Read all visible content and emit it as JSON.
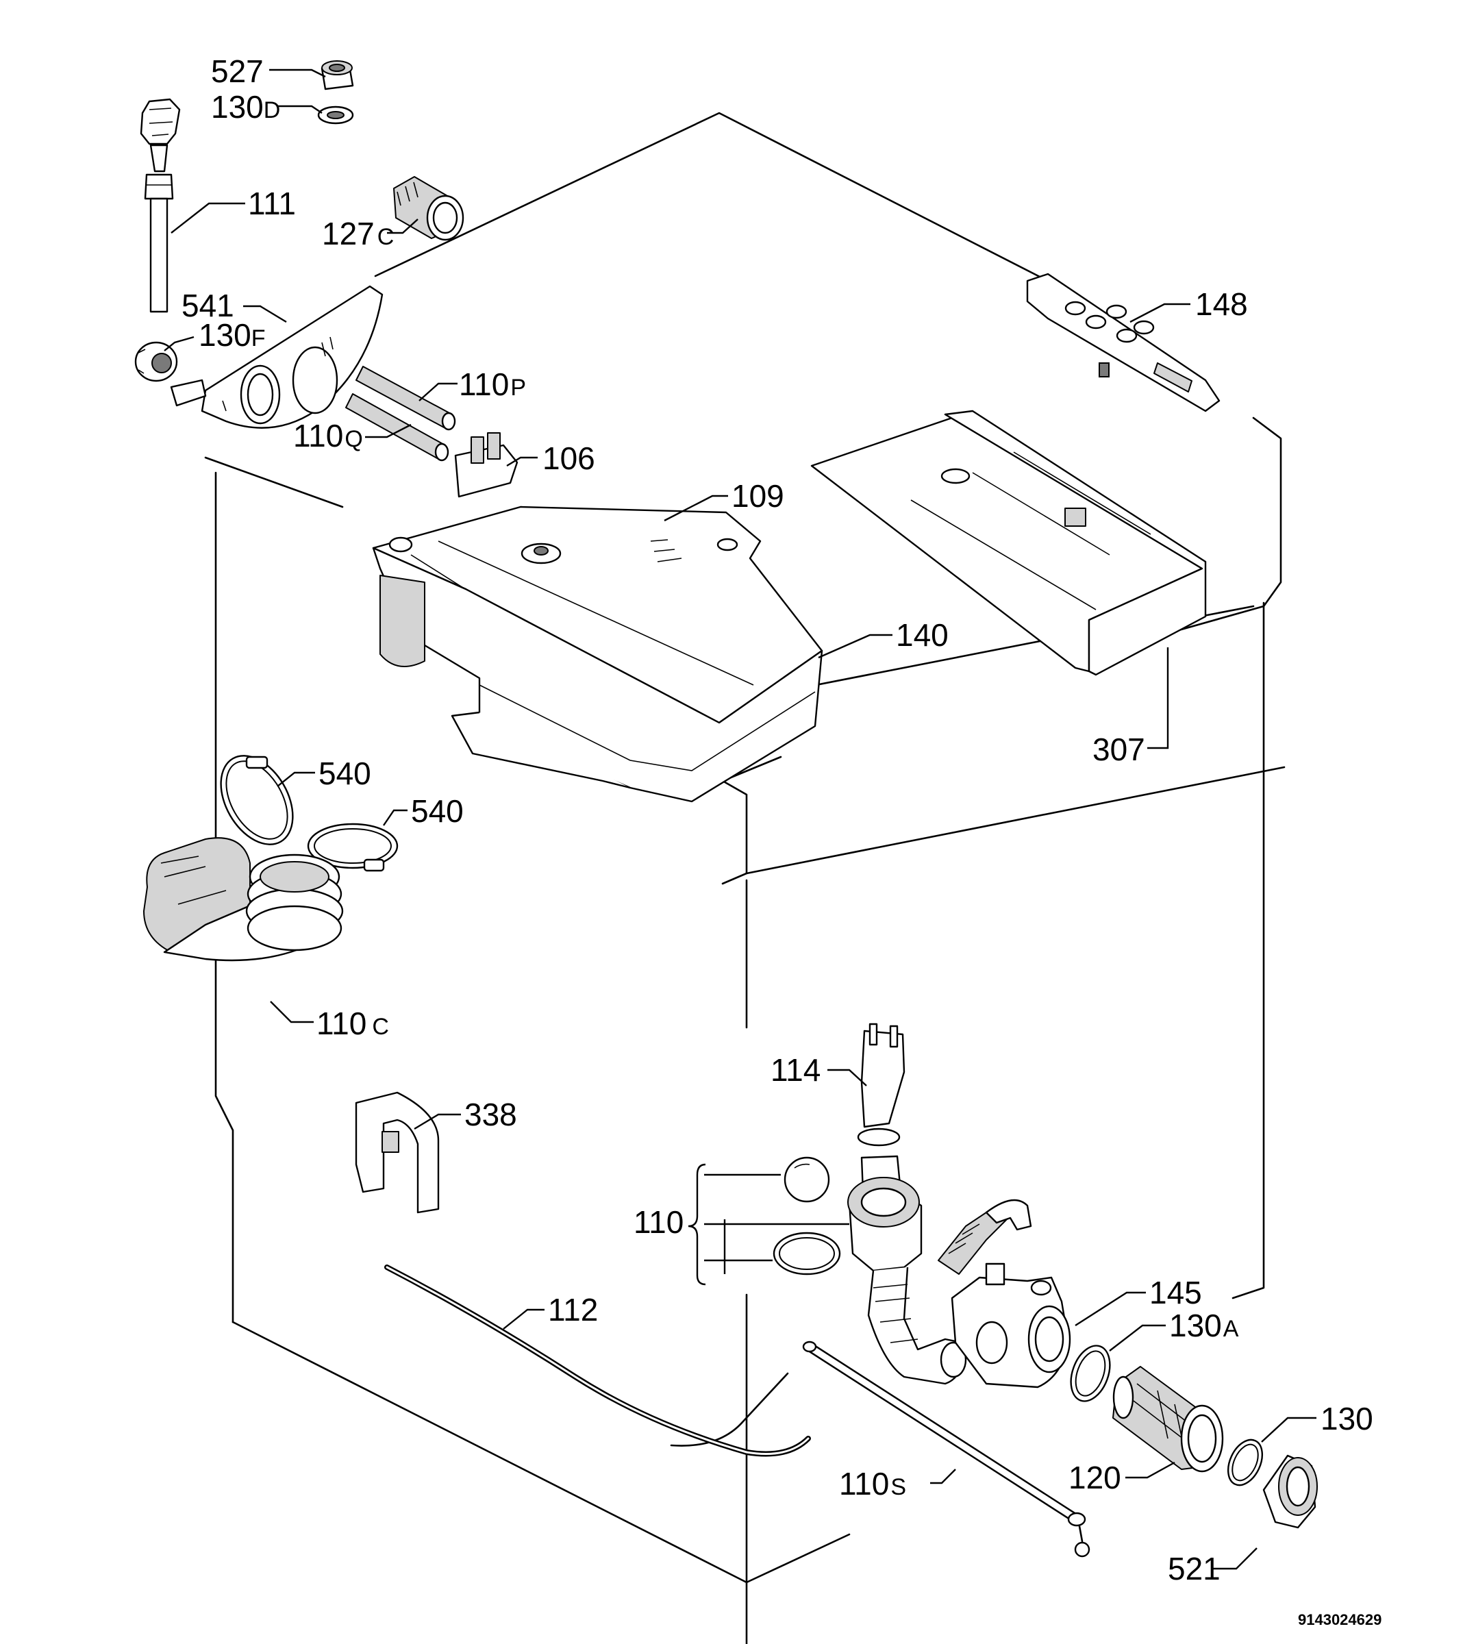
{
  "document_number": "9143024629",
  "labels": {
    "p527": {
      "num": "527",
      "suf": ""
    },
    "p130d": {
      "num": "130",
      "suf": "D"
    },
    "p111": {
      "num": "111",
      "suf": ""
    },
    "p127c": {
      "num": "127",
      "suf": "C"
    },
    "p541": {
      "num": "541",
      "suf": ""
    },
    "p130f": {
      "num": "130",
      "suf": "F"
    },
    "p110p": {
      "num": "110",
      "suf": "P"
    },
    "p110q": {
      "num": "110",
      "suf": "Q"
    },
    "p106": {
      "num": "106",
      "suf": ""
    },
    "p109": {
      "num": "109",
      "suf": ""
    },
    "p148": {
      "num": "148",
      "suf": ""
    },
    "p140": {
      "num": "140",
      "suf": ""
    },
    "p307": {
      "num": "307",
      "suf": ""
    },
    "p540a": {
      "num": "540",
      "suf": ""
    },
    "p540b": {
      "num": "540",
      "suf": ""
    },
    "p110c": {
      "num": "110",
      "suf": "C"
    },
    "p114": {
      "num": "114",
      "suf": ""
    },
    "p338": {
      "num": "338",
      "suf": ""
    },
    "p110": {
      "num": "110",
      "suf": ""
    },
    "p112": {
      "num": "112",
      "suf": ""
    },
    "p145": {
      "num": "145",
      "suf": ""
    },
    "p130a": {
      "num": "130",
      "suf": "A"
    },
    "p130": {
      "num": "130",
      "suf": ""
    },
    "p110s": {
      "num": "110",
      "suf": "S"
    },
    "p120": {
      "num": "120",
      "suf": ""
    },
    "p521": {
      "num": "521",
      "suf": ""
    }
  }
}
